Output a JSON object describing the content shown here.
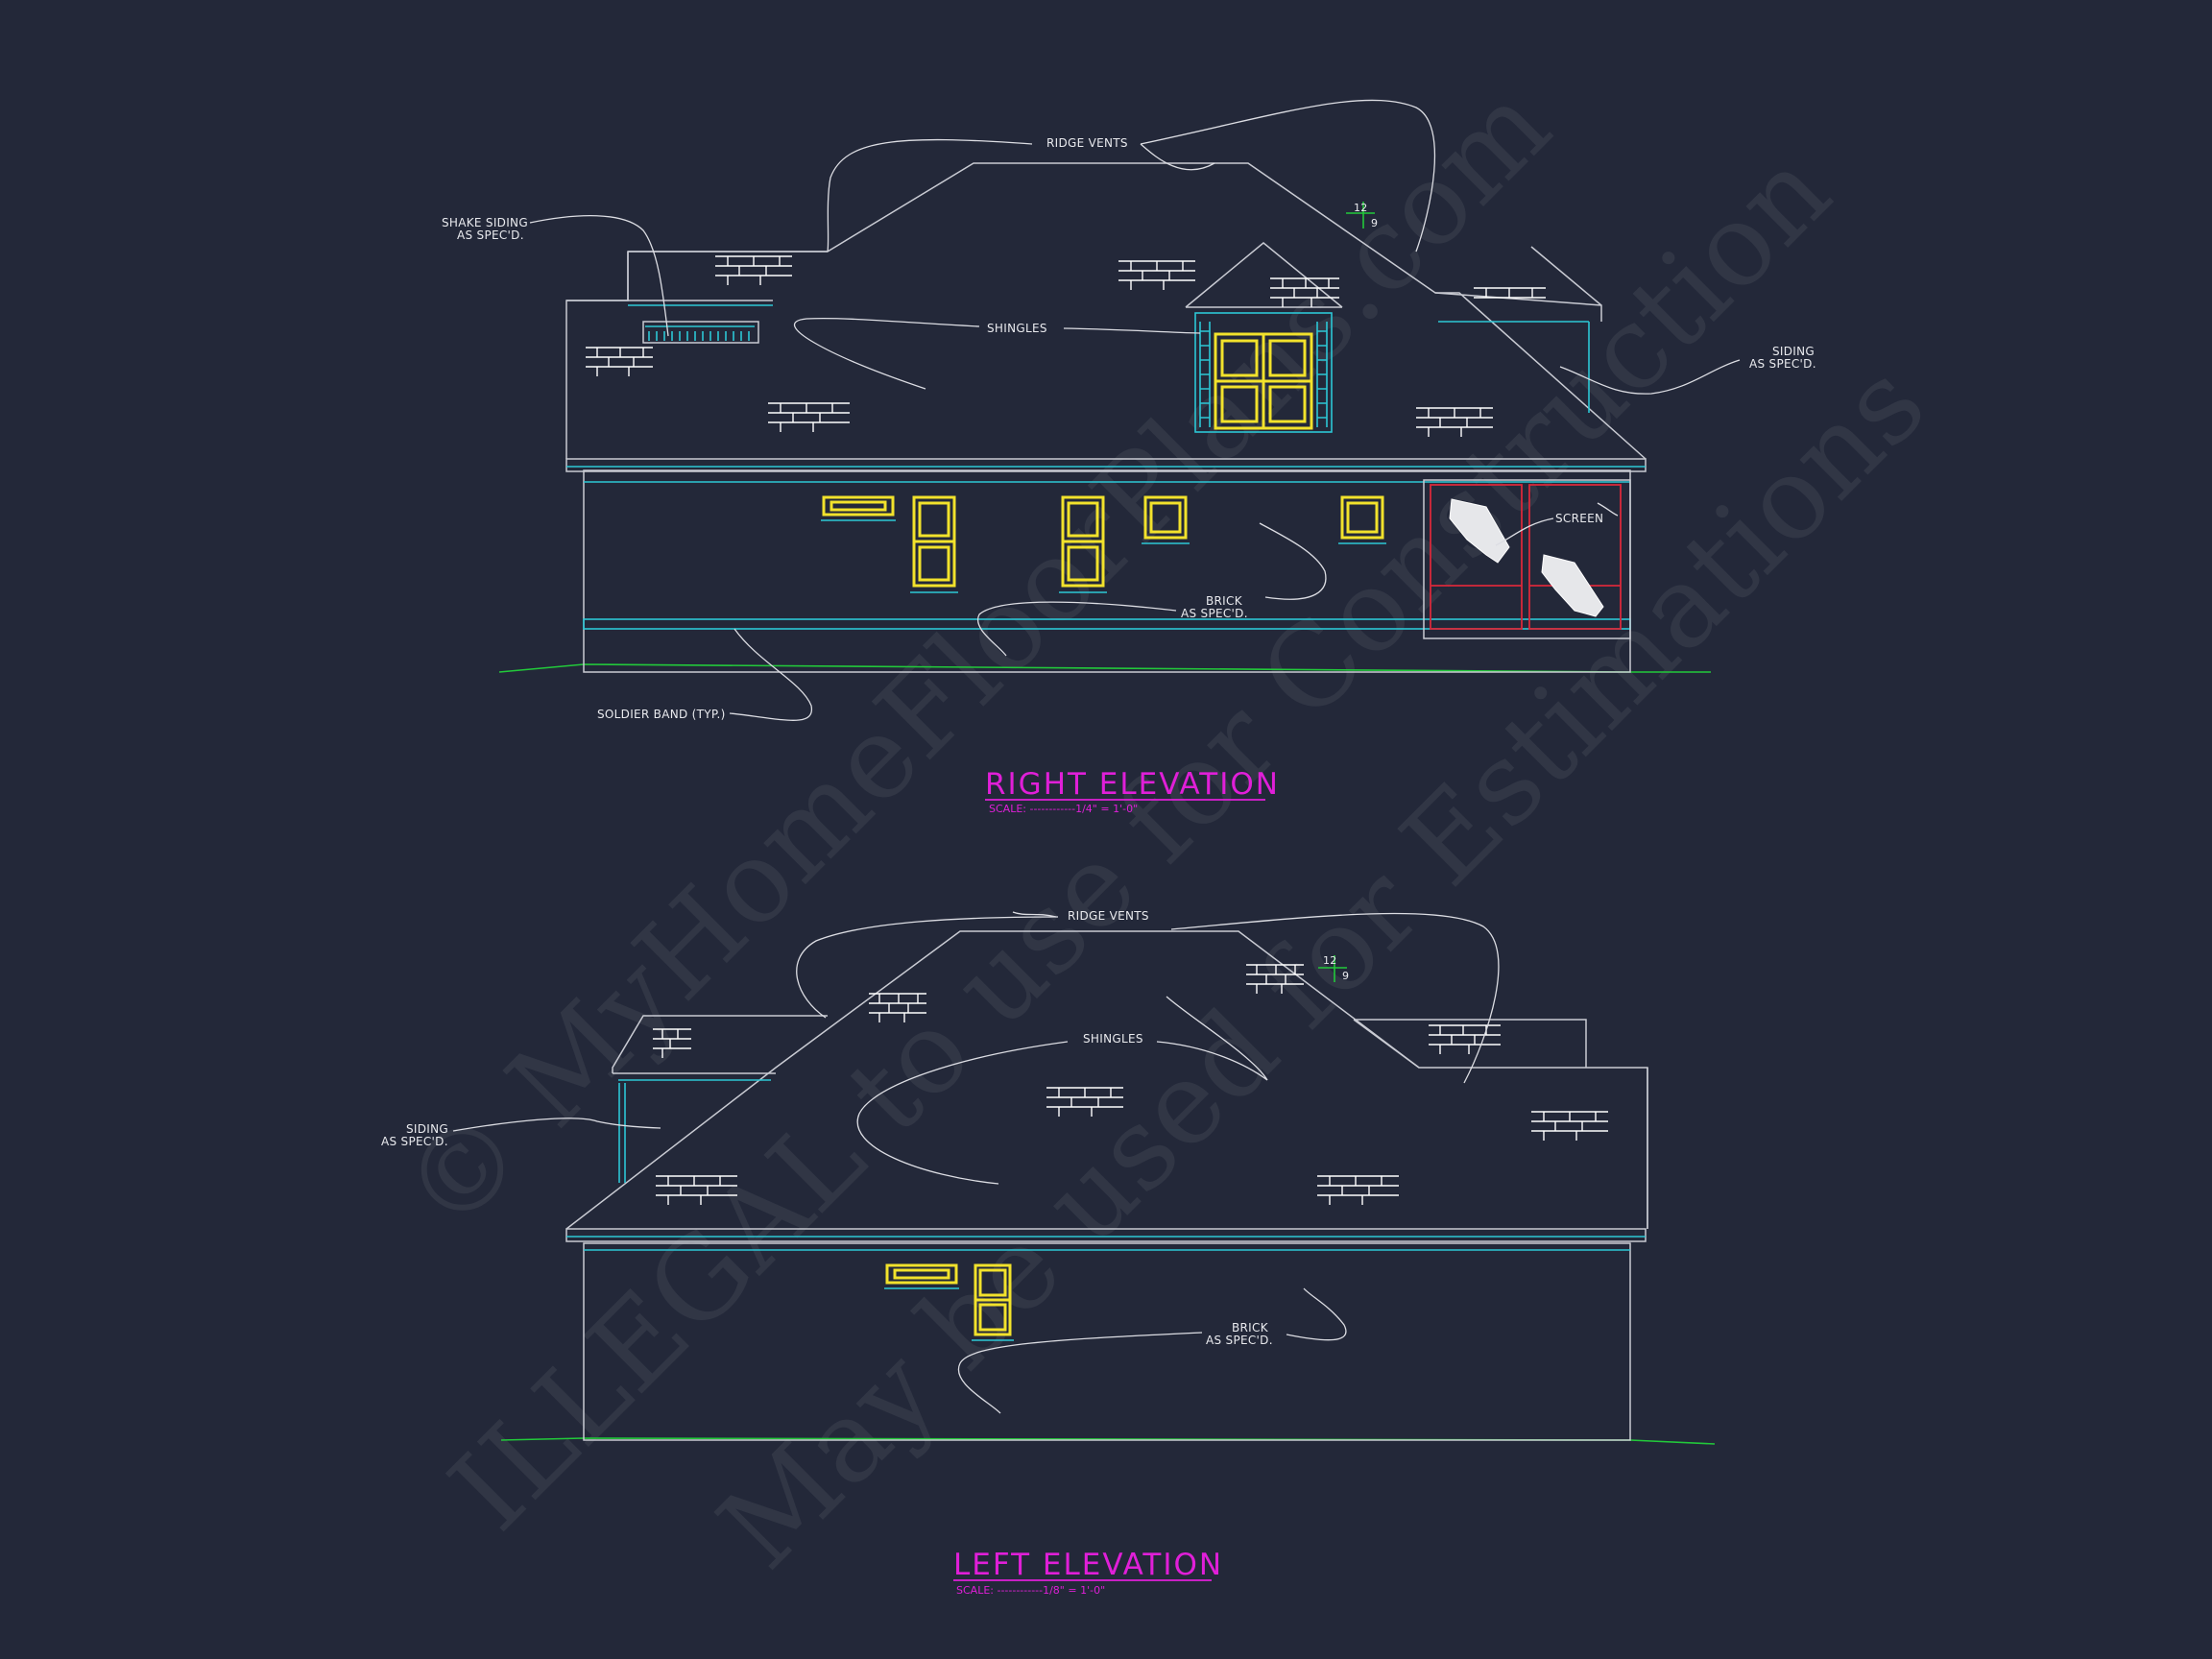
{
  "right_elevation": {
    "title": "RIGHT ELEVATION",
    "scale": "SCALE: ------------1/4\" = 1'-0\"",
    "notes": {
      "ridge_vents": "RIDGE VENTS",
      "shake_siding_1": "SHAKE SIDING",
      "shake_siding_2": "AS SPEC'D.",
      "shingles": "SHINGLES",
      "siding_1": "SIDING",
      "siding_2": "AS SPEC'D.",
      "screen": "SCREEN",
      "brick_1": "BRICK",
      "brick_2": "AS SPEC'D.",
      "soldier_band": "SOLDIER BAND (TYP.)",
      "pitch_rise": "12",
      "pitch_run": "9"
    }
  },
  "left_elevation": {
    "title": "LEFT ELEVATION",
    "scale": "SCALE: ------------1/8\" = 1'-0\"",
    "notes": {
      "ridge_vents": "RIDGE VENTS",
      "shingles": "SHINGLES",
      "siding_1": "SIDING",
      "siding_2": "AS SPEC'D.",
      "brick_1": "BRICK",
      "brick_2": "AS SPEC'D.",
      "pitch_rise": "12",
      "pitch_run": "9"
    }
  },
  "watermark": {
    "line1": "© MyHomeFloorPlans.com",
    "line2": "ILLEGAL to use for Construction",
    "line3": "May be used for Estimations"
  },
  "colors": {
    "background": "#232839",
    "linework": "#c9cbd3",
    "trim": "#2cc7d6",
    "windows": "#f2e22c",
    "grade": "#22c93a",
    "screen": "#d8283a",
    "titles": "#e01fd8"
  }
}
